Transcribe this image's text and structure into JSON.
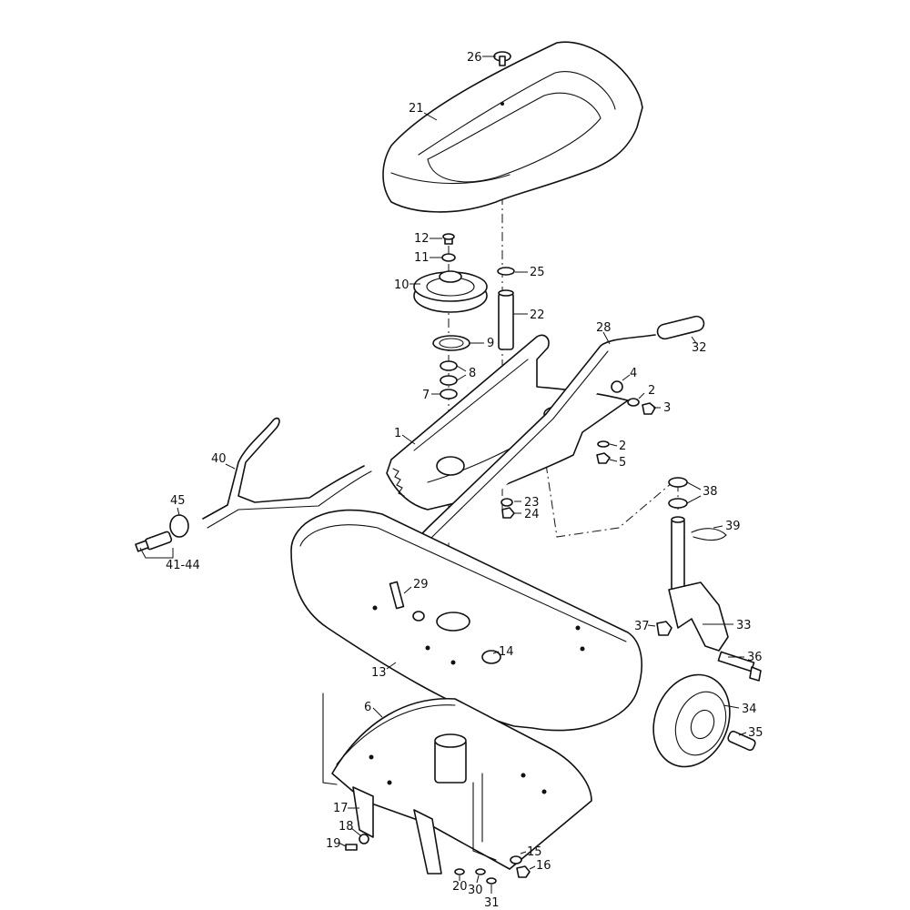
{
  "labels": {
    "l1": "1",
    "l2a": "2",
    "l2b": "2",
    "l3": "3",
    "l4": "4",
    "l5": "5",
    "l6": "6",
    "l7": "7",
    "l8": "8",
    "l9": "9",
    "l10": "10",
    "l11": "11",
    "l12": "12",
    "l13": "13",
    "l14": "14",
    "l15": "15",
    "l16": "16",
    "l17": "17",
    "l18": "18",
    "l19": "19",
    "l20": "20",
    "l21": "21",
    "l22": "22",
    "l23": "23",
    "l24": "24",
    "l25": "25",
    "l26": "26",
    "l28": "28",
    "l29": "29",
    "l30": "30",
    "l31": "31",
    "l32": "32",
    "l33": "33",
    "l34": "34",
    "l35": "35",
    "l36": "36",
    "l37": "37",
    "l38": "38",
    "l39": "39",
    "l40": "40",
    "l41_44": "41-44",
    "l45": "45"
  }
}
